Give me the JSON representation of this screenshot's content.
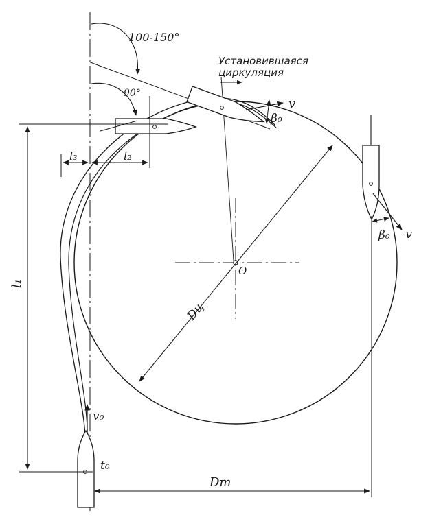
{
  "labels": {
    "angle_large": "100-150°",
    "angle_right": "90°",
    "steady_line1": "Установившаяся",
    "steady_line2": "циркуляция",
    "v_top": "v",
    "beta_top": "β₀",
    "v_right": "v",
    "beta_right": "β₀",
    "l1": "l₁",
    "l2": "l₂",
    "l3": "l₃",
    "center": "O",
    "d_c": "Dц",
    "d_t": "Dт",
    "v0": "v₀",
    "t0": "t₀"
  },
  "colors": {
    "ink": "#1a1a1a",
    "paper": "#ffffff"
  }
}
